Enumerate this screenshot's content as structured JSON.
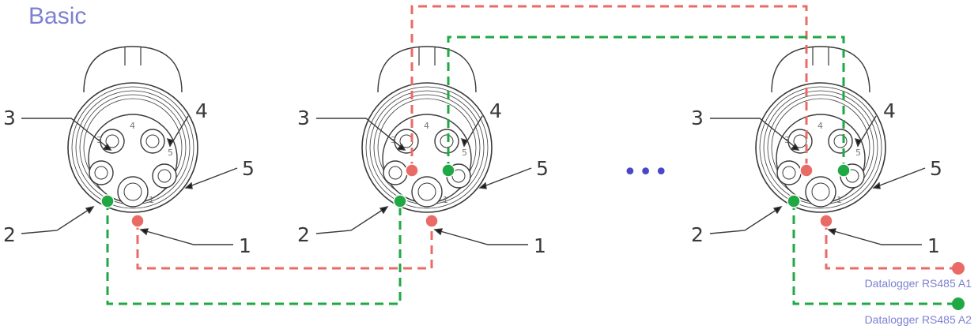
{
  "title": "Basic",
  "pin_labels": [
    "1",
    "2",
    "3",
    "4",
    "5"
  ],
  "ellipsis": "•••",
  "datalogger": {
    "a1_label": "Datalogger RS485 A1",
    "a2_label": "Datalogger RS485 A2"
  },
  "colors": {
    "title": "#7d80d2",
    "a1_wire": "#ea6b66",
    "a2_wire": "#1fa843",
    "ellipsis": "#4a47c8",
    "label_text": "#7d80d2",
    "line_art": "#3a3a3a"
  },
  "icons": {
    "connector": "circular-5-pin-connector-icon",
    "wire_end": "wire-terminal-dot-icon"
  }
}
